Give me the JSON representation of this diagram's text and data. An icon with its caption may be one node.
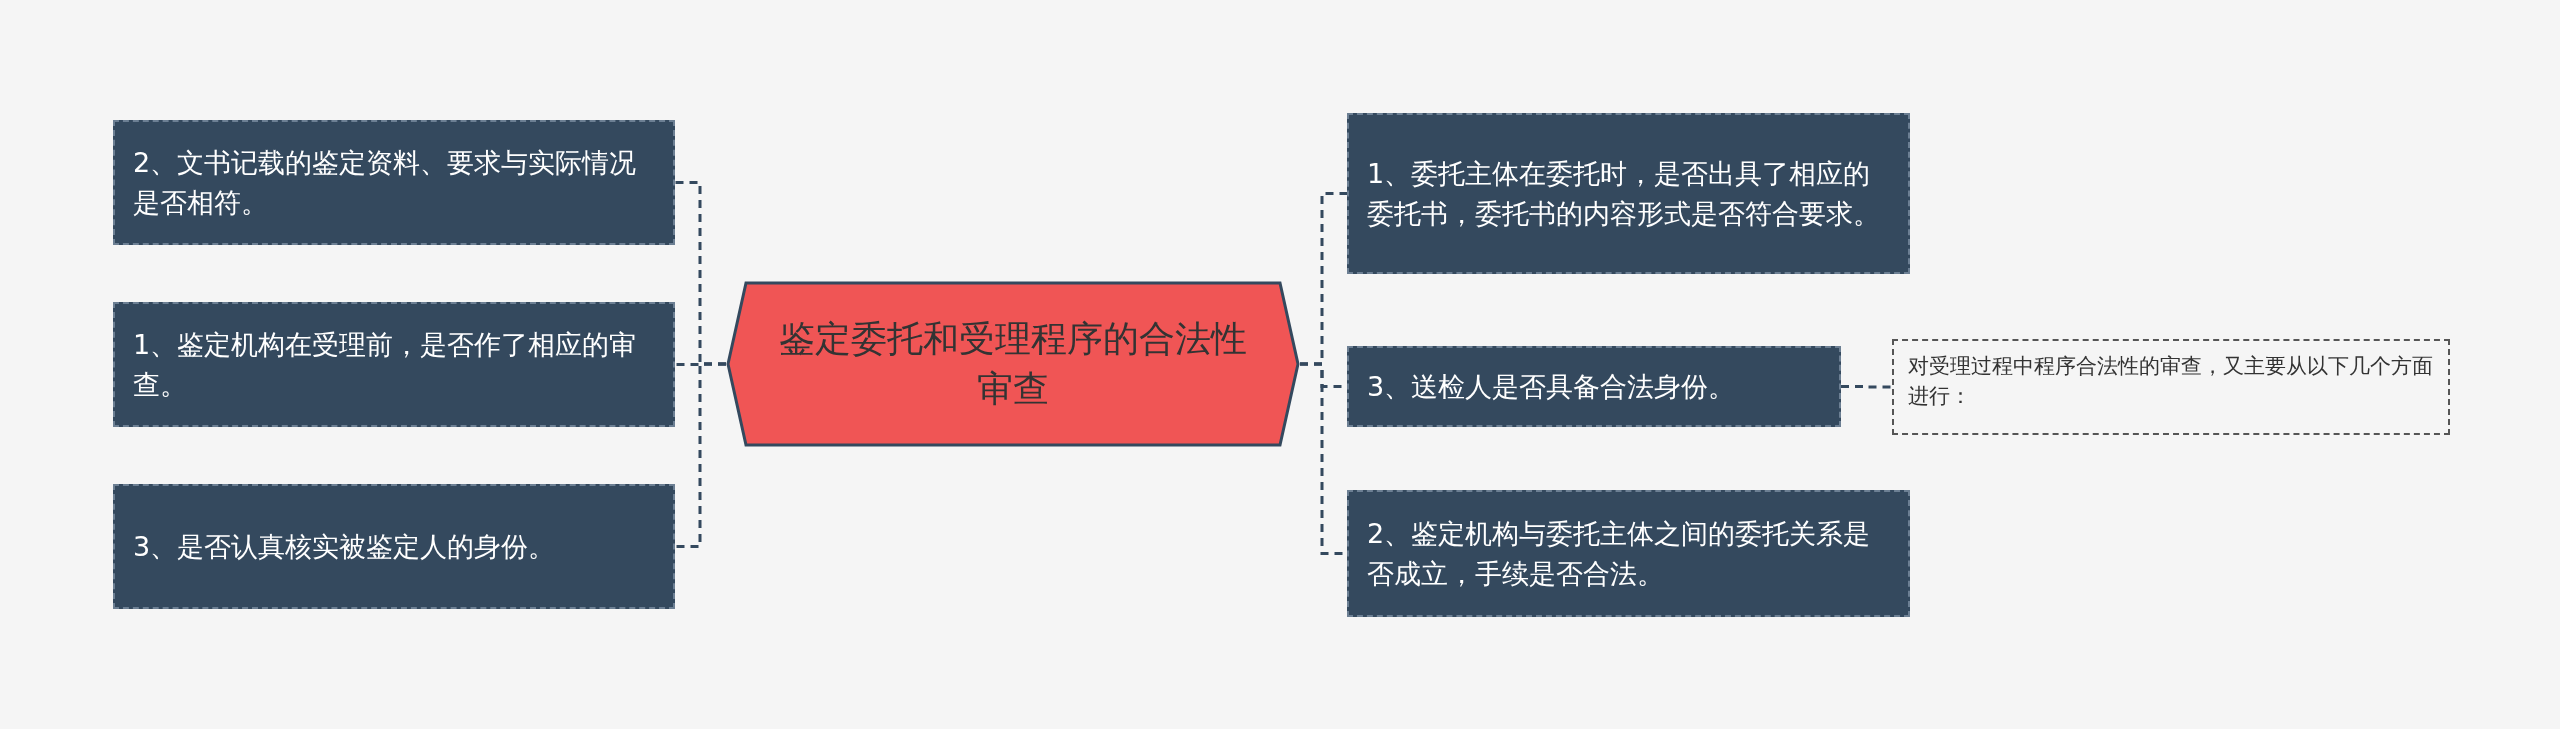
{
  "diagram": {
    "nodes": [
      {
        "text": [
          "鉴定委托和受理程序的合法性审查"
        ]
      },
      {
        "text": [
          "2、文书记载的鉴定资料、要求与实际情况是否相符。"
        ]
      },
      {
        "text": [
          "1、鉴定机构在受理前，是否作了相应的审查。"
        ]
      },
      {
        "text": [
          "3、是否认真核实被鉴定人的身份。"
        ]
      },
      {
        "text": [
          "1、委托主体在委托时，是否出具了相应的委托书，委托书的内容形式是否符合要求。"
        ]
      },
      {
        "text": [
          "3、送检人是否具备合法身份。"
        ]
      },
      {
        "text": [
          "2、鉴定机构与委托主体之间的委托关系是否成立，手续是否合法。"
        ]
      },
      {
        "text": [
          "对受理过程中程序合法性的审查，又主要从以下几个方面进行："
        ]
      }
    ],
    "edges": [
      {
        "from": 0,
        "to": 1,
        "arrow": "none",
        "style": "dashed"
      },
      {
        "from": 0,
        "to": 2,
        "arrow": "none",
        "style": "dashed"
      },
      {
        "from": 0,
        "to": 3,
        "arrow": "none",
        "style": "dashed"
      },
      {
        "from": 0,
        "to": 4,
        "arrow": "none",
        "style": "dashed"
      },
      {
        "from": 0,
        "to": 5,
        "arrow": "none",
        "style": "dashed"
      },
      {
        "from": 0,
        "to": 6,
        "arrow": "none",
        "style": "dashed"
      },
      {
        "from": 5,
        "to": 7,
        "arrow": "none",
        "style": "dashed"
      }
    ]
  }
}
